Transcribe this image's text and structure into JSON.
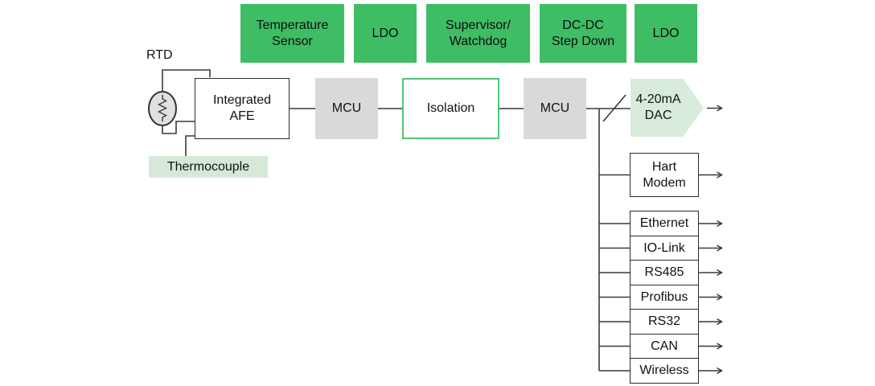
{
  "colors": {
    "green": "#3ebd64",
    "light_green": "#d9ecdb",
    "thermo_green": "#d6e9d8",
    "gray": "#d9d9d9",
    "wire": "#3a3a3a",
    "border": "#2b2b2b",
    "isolation_border": "#4fc673"
  },
  "power_row": [
    {
      "label": "Temperature\nSensor"
    },
    {
      "label": "LDO"
    },
    {
      "label": "Supervisor/\nWatchdog"
    },
    {
      "label": "DC-DC\nStep Down"
    },
    {
      "label": "LDO"
    }
  ],
  "inputs": {
    "rtd": "RTD",
    "thermocouple": "Thermocouple"
  },
  "chain": {
    "afe": "Integrated\nAFE",
    "mcu_left": "MCU",
    "isolation": "Isolation",
    "mcu_right": "MCU",
    "dac": "4-20mA\nDAC"
  },
  "comm": {
    "hart": "Hart\nModem",
    "protocols": [
      "Ethernet",
      "IO-Link",
      "RS485",
      "Profibus",
      "RS32",
      "CAN",
      "Wireless"
    ]
  }
}
